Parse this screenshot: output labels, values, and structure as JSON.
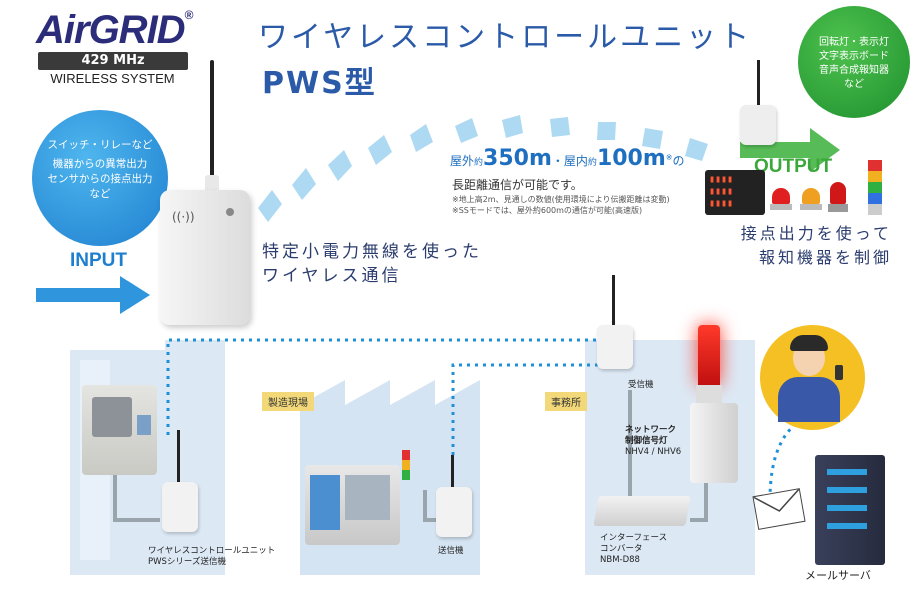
{
  "brand": {
    "name": "AirGRID",
    "registered": "®",
    "frequency": "429 MHz",
    "system": "WIRELESS SYSTEM"
  },
  "title": {
    "line1": "ワイヤレスコントロールユニット",
    "line2": "PWS型"
  },
  "input_circle": {
    "line1": "スイッチ・リレーなど",
    "line2": "機器からの異常出力",
    "line3": "センサからの接点出力",
    "line4": "など"
  },
  "output_circle": {
    "line1": "回転灯・表示灯",
    "line2": "文字表示ボード",
    "line3": "音声合成報知器",
    "line4": "など"
  },
  "labels": {
    "input": "INPUT",
    "output": "OUTPUT"
  },
  "range": {
    "outdoor_prefix": "屋外",
    "approx": "約",
    "outdoor_value": "350m",
    "separator": "・",
    "indoor_prefix": "屋内",
    "indoor_value": "100m",
    "asterisk": "※",
    "suffix": "の",
    "sub": "長距離通信が可能です。",
    "note1": "※地上高2m、見通しの数値(使用環境により伝搬距離は変動)",
    "note2": "※SSモードでは、屋外約600mの通信が可能(高速版)"
  },
  "wireless_desc": {
    "line1": "特定小電力無線を使った",
    "line2": "ワイヤレス通信"
  },
  "output_desc": {
    "line1": "接点出力を使って",
    "line2": "報知機器を制御"
  },
  "areas": {
    "factory": "製造現場",
    "office": "事務所"
  },
  "devices": {
    "transmitter_name1": "ワイヤレスコントロールユニット",
    "transmitter_name2": "PWSシリーズ送信機",
    "transmitter": "送信機",
    "receiver": "受信機",
    "network_light1": "ネットワーク",
    "network_light2": "制御信号灯",
    "network_light3": "NHV4 / NHV6",
    "converter1": "インターフェース",
    "converter2": "コンバータ",
    "converter3": "NBM-D88",
    "mail_server": "メールサーバ"
  },
  "colors": {
    "brand": "#2c2d7a",
    "title": "#2a5aa8",
    "input_blue": "#1e7fcf",
    "output_green": "#3aa83a",
    "dotted_link": "#1e90d8",
    "area_tag": "#f2d878"
  }
}
